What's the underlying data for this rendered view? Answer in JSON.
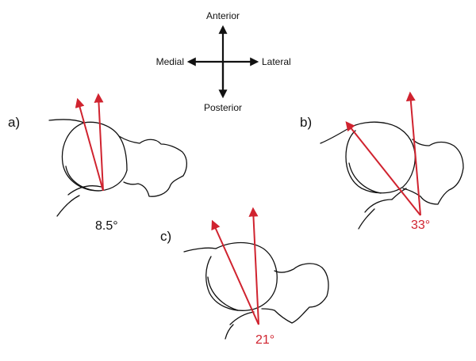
{
  "colors": {
    "ink": "#111111",
    "accent": "#d0232f",
    "background": "#ffffff"
  },
  "compass": {
    "anterior": "Anterior",
    "posterior": "Posterior",
    "medial": "Medial",
    "lateral": "Lateral"
  },
  "panels": [
    {
      "label": "a)",
      "angle_label": "8.5°",
      "angle_color": "#111111"
    },
    {
      "label": "b)",
      "angle_label": "33°",
      "angle_color": "#d0232f"
    },
    {
      "label": "c)",
      "angle_label": "21°",
      "angle_color": "#d0232f"
    }
  ]
}
